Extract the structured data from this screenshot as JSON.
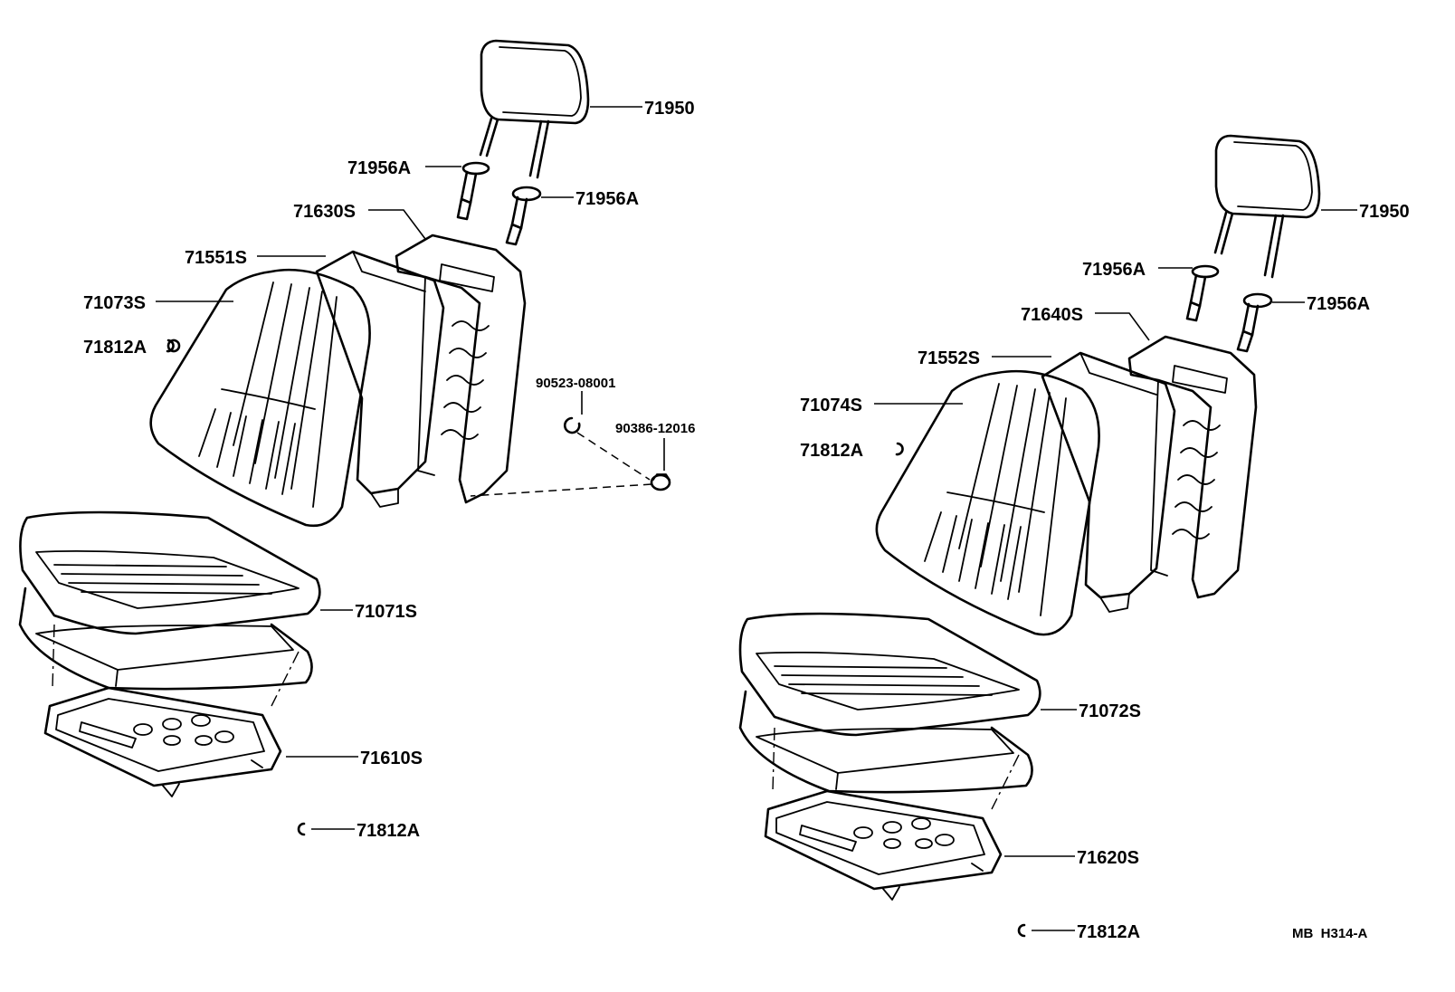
{
  "diagram": {
    "ref_code": "MB  H314-A",
    "left_seat": {
      "headrest": "71950",
      "support_upper": "71956A",
      "support_lower": "71956A",
      "back_frame": "71630S",
      "back_pad": "71551S",
      "back_cover": "71073S",
      "hog_ring_back": "71812A",
      "clip": "90523-08001",
      "nut": "90386-12016",
      "cushion_cover": "71071S",
      "cushion_frame": "71610S",
      "hog_ring_cushion": "71812A"
    },
    "right_seat": {
      "headrest": "71950",
      "support_left": "71956A",
      "support_right": "71956A",
      "back_frame": "71640S",
      "back_pad": "71552S",
      "back_cover": "71074S",
      "hog_ring_back": "71812A",
      "cushion_cover": "71072S",
      "cushion_frame": "71620S",
      "hog_ring_cushion": "71812A"
    }
  }
}
